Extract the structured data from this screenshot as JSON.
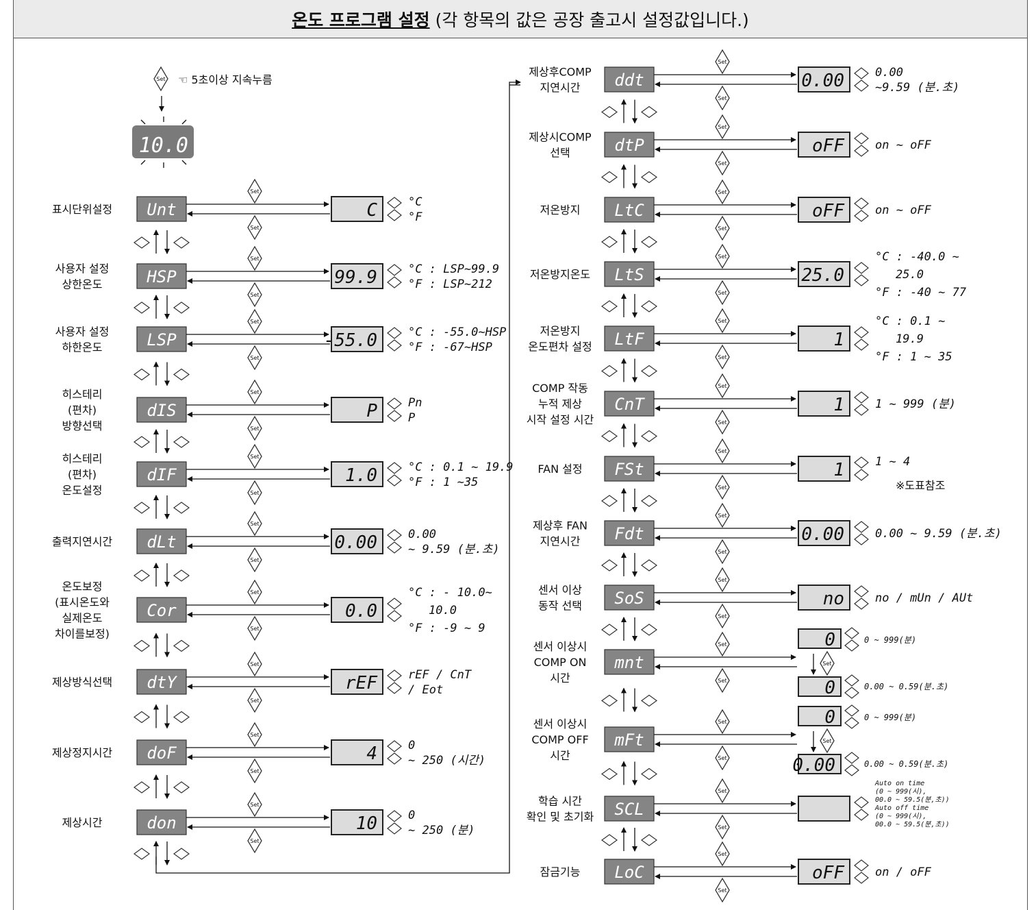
{
  "title": {
    "bold": "온도 프로그램 설정",
    "note": "(각 항목의 값은 공장 출고시 설정값입니다.)"
  },
  "set_button": {
    "label": "Set",
    "hint": "☜ 5초이상 지속누름"
  },
  "initial_display": "10.0",
  "left_items": [
    {
      "label": [
        "표시단위설정"
      ],
      "code": "Unt",
      "value": "C",
      "options": [
        "°C",
        "°F"
      ]
    },
    {
      "label": [
        "사용자 설정",
        "상한온도"
      ],
      "code": "HSP",
      "value": "99.9",
      "options": [
        "°C : LSP~99.9",
        "°F : LSP~212"
      ]
    },
    {
      "label": [
        "사용자 설정",
        "하한온도"
      ],
      "code": "LSP",
      "value": "-55.0",
      "options": [
        "°C : -55.0~HSP",
        "°F : -67~HSP"
      ]
    },
    {
      "label": [
        "히스테리",
        "(편차)",
        "방향선택"
      ],
      "code": "dIS",
      "value": "P",
      "options": [
        "Pn",
        "P"
      ]
    },
    {
      "label": [
        "히스테리",
        "(편차)",
        "온도설정"
      ],
      "code": "dIF",
      "value": "1.0",
      "options": [
        "°C : 0.1 ~ 19.9",
        "°F : 1 ~35"
      ]
    },
    {
      "label": [
        "출력지연시간"
      ],
      "code": "dLt",
      "value": "0.00",
      "options": [
        "0.00",
        "~ 9.59 (분.초)"
      ]
    },
    {
      "label": [
        "온도보정",
        "(표시온도와",
        "실제온도",
        "차이를보정)"
      ],
      "code": "Cor",
      "value": "0.0",
      "options": [
        "°C : - 10.0~",
        "10.0",
        "°F : -9 ~ 9"
      ]
    },
    {
      "label": [
        "제상방식선택"
      ],
      "code": "dtY",
      "value": "rEF",
      "options": [
        "rEF / CnT",
        "/ Eot"
      ]
    },
    {
      "label": [
        "제상정지시간"
      ],
      "code": "doF",
      "value": "4",
      "options": [
        "0",
        "~ 250 (시간)"
      ]
    },
    {
      "label": [
        "제상시간"
      ],
      "code": "don",
      "value": "10",
      "options": [
        "0",
        "~ 250 (분)"
      ]
    }
  ],
  "right_items": [
    {
      "label": [
        "제상후COMP",
        "지연시간"
      ],
      "code": "ddt",
      "value": "0.00",
      "options": [
        "0.00",
        "~9.59 (분.초)"
      ]
    },
    {
      "label": [
        "제상시COMP",
        "선택"
      ],
      "code": "dtP",
      "value": "oFF",
      "options": [
        "on ~ oFF"
      ]
    },
    {
      "label": [
        "저온방지"
      ],
      "code": "LtC",
      "value": "oFF",
      "options": [
        "on ~ oFF"
      ]
    },
    {
      "label": [
        "저온방지온도"
      ],
      "code": "LtS",
      "value": "25.0",
      "options": [
        "°C : -40.0 ~",
        "25.0",
        "°F : -40 ~ 77"
      ]
    },
    {
      "label": [
        "저온방지",
        "온도편차 설정"
      ],
      "code": "LtF",
      "value": "1",
      "options": [
        "°C : 0.1 ~",
        "19.9",
        "°F : 1 ~ 35"
      ]
    },
    {
      "label": [
        "COMP 작동",
        "누적 제상",
        "시작 설정 시간"
      ],
      "code": "CnT",
      "value": "1",
      "options": [
        "1 ~ 999 (분)"
      ]
    },
    {
      "label": [
        "FAN 설정"
      ],
      "code": "FSt",
      "value": "1",
      "options": [
        "1 ~ 4",
        "※도표참조"
      ]
    },
    {
      "label": [
        "제상후 FAN",
        "지연시간"
      ],
      "code": "Fdt",
      "value": "0.00",
      "options": [
        "0.00 ~ 9.59 (분.초)"
      ]
    },
    {
      "label": [
        "센서 이상",
        "동작 선택"
      ],
      "code": "SoS",
      "value": "no",
      "options": [
        "no / mUn / AUt"
      ]
    },
    {
      "label": [
        "센서 이상시",
        "COMP ON",
        "시간"
      ],
      "code": "mnt",
      "values": [
        "0",
        "0"
      ],
      "options": [
        "0 ~ 999(분)",
        "0.00 ~ 0.59(분.초)"
      ]
    },
    {
      "label": [
        "센서 이상시",
        "COMP OFF",
        "시간"
      ],
      "code": "mFt",
      "values": [
        "0",
        "0.00"
      ],
      "options": [
        "0 ~ 999(분)",
        "0.00 ~ 0.59(분.초)"
      ]
    },
    {
      "label": [
        "학습 시간",
        "확인 및 초기화"
      ],
      "code": "SCL",
      "value": "",
      "options": [
        "Auto on time",
        "(0 ~ 999(시),",
        "00.0 ~ 59.5(분,초))",
        "Auto off time",
        "(0 ~ 999(시),",
        "00.0 ~ 59.5(분,초))"
      ]
    },
    {
      "label": [
        "잠금기능"
      ],
      "code": "LoC",
      "value": "oFF",
      "options": [
        "on / oFF"
      ]
    }
  ],
  "colors": {
    "code_box": "#858585",
    "value_box": "#dcdcdc",
    "header_bg": "#ebebeb"
  }
}
